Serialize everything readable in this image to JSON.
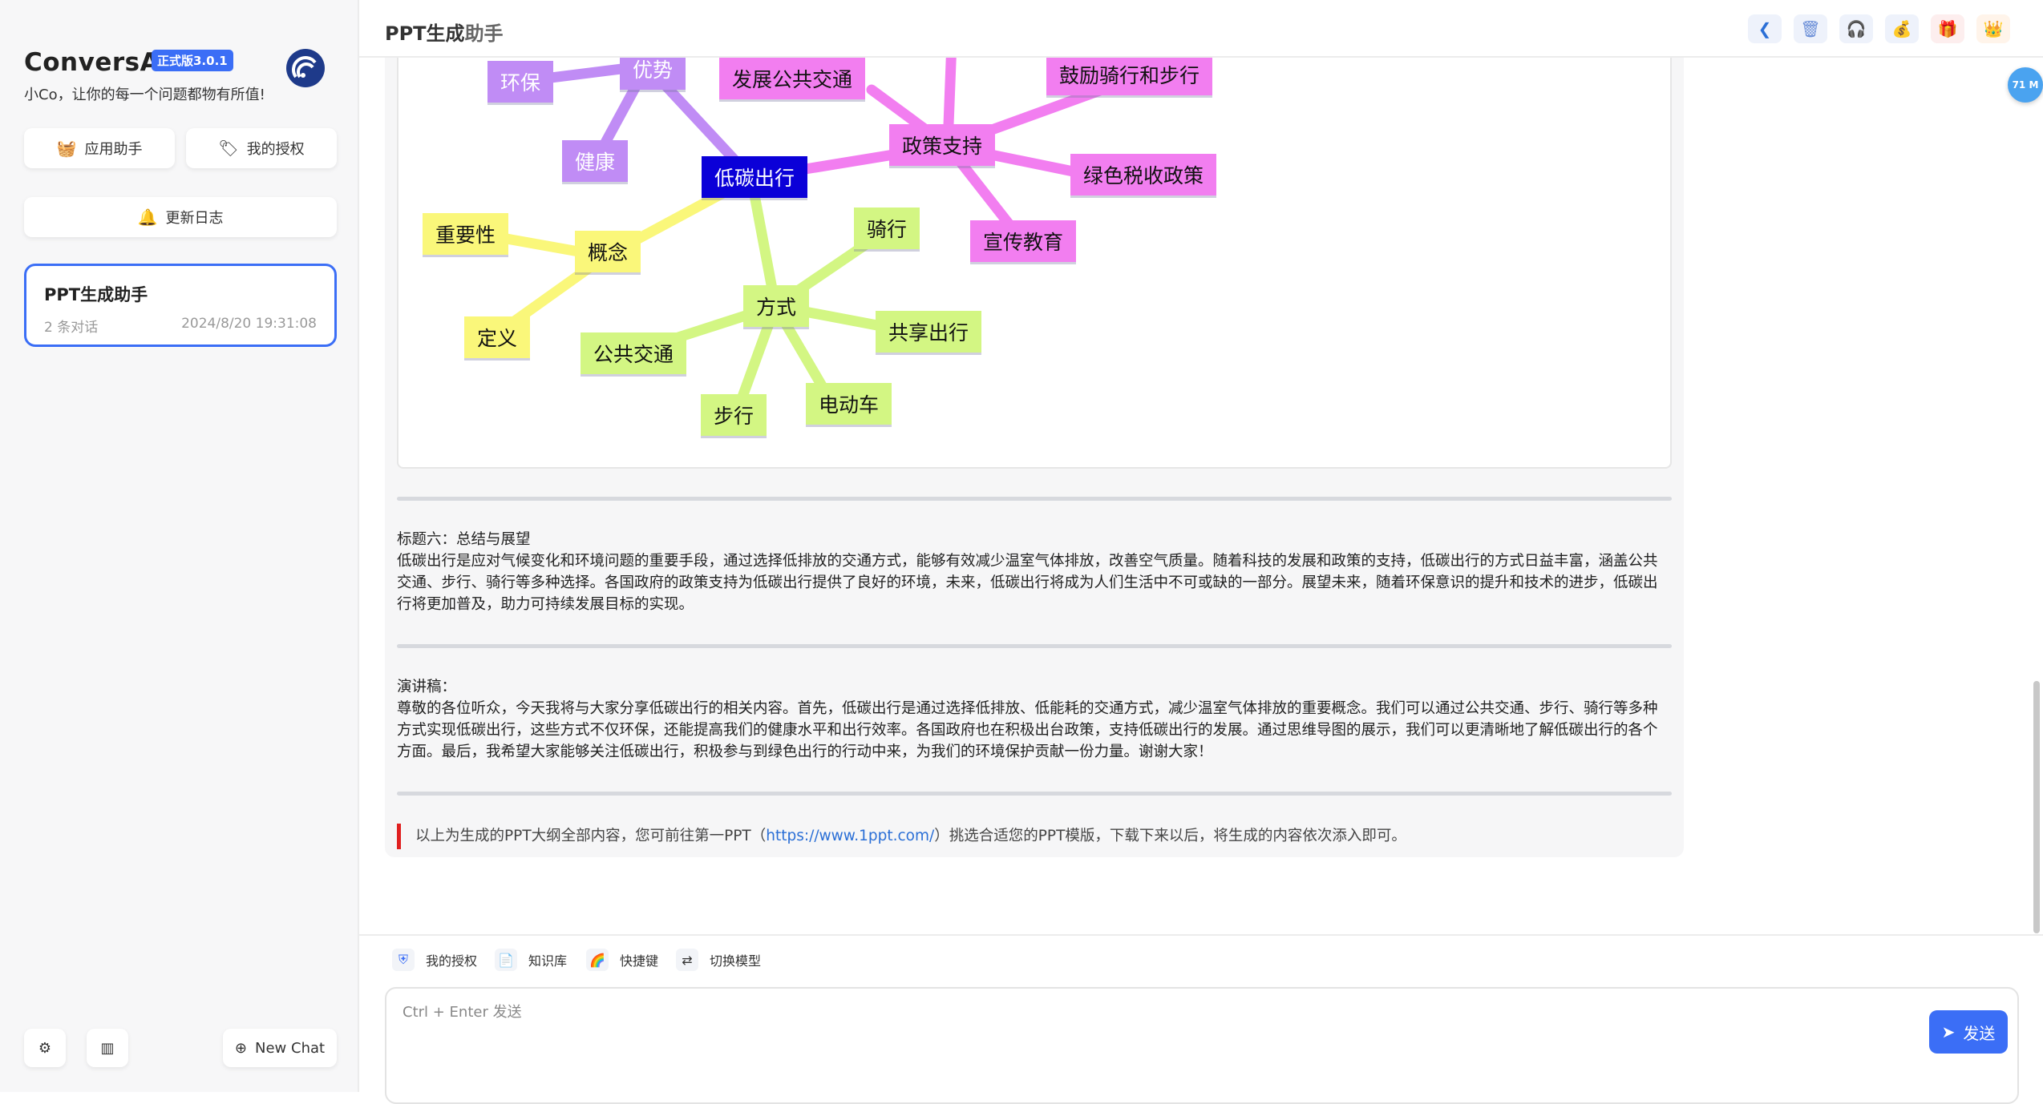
{
  "sidebar": {
    "brand": "ConversAI",
    "version": "正式版3.0.1",
    "tagline": "小Co，让你的每一个问题都物有所值!",
    "buttons": {
      "apps": "应用助手",
      "license": "我的授权",
      "changelog": "更新日志"
    },
    "chat": {
      "title": "PPT生成助手",
      "count": "2 条对话",
      "time": "2024/8/20 19:31:08"
    },
    "new_chat": "New Chat"
  },
  "header": {
    "title_main": "PPT生成",
    "title_light": "助手",
    "memory_badge": "71 M"
  },
  "mindmap": {
    "center": "低碳出行",
    "nodes": {
      "huanbao": "环保",
      "youshi": "优势",
      "jiankang": "健康",
      "zhengce": "政策支持",
      "fazhan": "发展公共交通",
      "guli": "鼓励骑行和步行",
      "lvse": "绿色税收政策",
      "xuanchuan": "宣传教育",
      "gainian": "概念",
      "zhongyao": "重要性",
      "dingyi": "定义",
      "fangshi": "方式",
      "qixing": "骑行",
      "gongxiang": "共享出行",
      "gonggong": "公共交通",
      "buxing": "步行",
      "diandong": "电动车"
    }
  },
  "content": {
    "section6_title": "标题六：总结与展望",
    "section6_body": "低碳出行是应对气候变化和环境问题的重要手段，通过选择低排放的交通方式，能够有效减少温室气体排放，改善空气质量。随着科技的发展和政策的支持，低碳出行的方式日益丰富，涵盖公共交通、步行、骑行等多种选择。各国政府的政策支持为低碳出行提供了良好的环境，未来，低碳出行将成为人们生活中不可或缺的一部分。展望未来，随着环保意识的提升和技术的进步，低碳出行将更加普及，助力可持续发展目标的实现。",
    "speech_title": "演讲稿：",
    "speech_body": "尊敬的各位听众，今天我将与大家分享低碳出行的相关内容。首先，低碳出行是通过选择低排放、低能耗的交通方式，减少温室气体排放的重要概念。我们可以通过公共交通、步行、骑行等多种方式实现低碳出行，这些方式不仅环保，还能提高我们的健康水平和出行效率。各国政府也在积极出台政策，支持低碳出行的发展。通过思维导图的展示，我们可以更清晰地了解低碳出行的各个方面。最后，我希望大家能够关注低碳出行，积极参与到绿色出行的行动中来，为我们的环境保护贡献一份力量。谢谢大家！",
    "note_before": "以上为生成的PPT大纲全部内容，您可前往第一PPT（",
    "note_link": "https://www.1ppt.com/",
    "note_after": "）挑选合适您的PPT模版，下载下来以后，将生成的内容依次添入即可。"
  },
  "toolbar": {
    "license": "我的授权",
    "knowledge": "知识库",
    "shortcuts": "快捷键",
    "switch_model": "切换模型"
  },
  "input": {
    "placeholder": "Ctrl + Enter 发送",
    "send": "发送"
  },
  "colors": {
    "accent": "#3b6ef6",
    "center": "#0b00d8",
    "purple": "#c08cf5",
    "pink": "#f27ef0",
    "yellow": "#faf77a",
    "green": "#d3f683"
  }
}
